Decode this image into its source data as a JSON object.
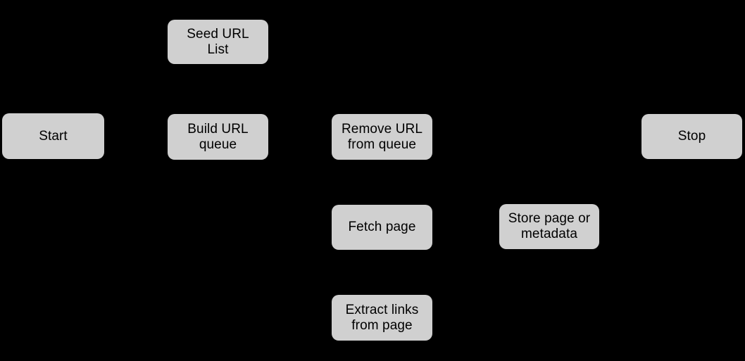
{
  "diagram": {
    "type": "flowchart",
    "colors": {
      "background": "#000000",
      "node_fill": "#d0d0d0",
      "node_text": "#000000"
    },
    "nodes": [
      {
        "id": "seed-url-list",
        "label": "Seed URL\nList"
      },
      {
        "id": "start",
        "label": "Start"
      },
      {
        "id": "build-url-queue",
        "label": "Build URL\nqueue"
      },
      {
        "id": "remove-url-from-queue",
        "label": "Remove URL\nfrom queue"
      },
      {
        "id": "stop",
        "label": "Stop"
      },
      {
        "id": "fetch-page",
        "label": "Fetch page"
      },
      {
        "id": "store-page-or-metadata",
        "label": "Store page or\nmetadata"
      },
      {
        "id": "extract-links-from-page",
        "label": "Extract links\nfrom page"
      }
    ]
  }
}
